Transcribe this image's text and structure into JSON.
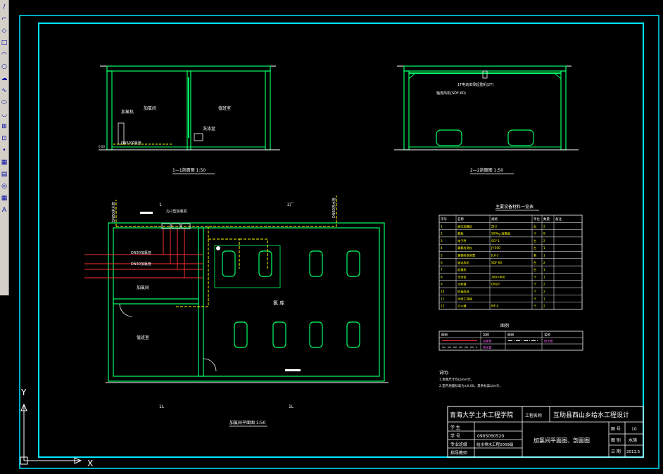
{
  "toolbar": {
    "icons": [
      "line-icon",
      "polyline-icon",
      "polygon-icon",
      "rectangle-icon",
      "arc-icon",
      "circle-icon",
      "revcloud-icon",
      "spline-icon",
      "ellipse-icon",
      "ellipse-arc-icon",
      "insert-block-icon",
      "make-block-icon",
      "point-icon",
      "hatch-icon",
      "gradient-icon",
      "region-icon",
      "table-icon",
      "mtext-icon"
    ],
    "glyphs": [
      "/",
      "⌐",
      "◇",
      "□",
      "◠",
      "○",
      "☁",
      "∿",
      "⬭",
      "◡",
      "⊞",
      "⊡",
      "•",
      "▦",
      "▤",
      "◎",
      "▦",
      "A"
    ]
  },
  "views": {
    "section1": {
      "title": "1—1剖面图  1:50",
      "room_left": "加氯间",
      "room_right": "值班室",
      "equip1": "加氯机",
      "equip2": "洗涤盆",
      "pipe": "DN50加氯管",
      "level": "0.00"
    },
    "section2": {
      "title": "2—2剖面图  1:50",
      "note1": "1T电动单梁起重机(2T)",
      "note2": "轴流风机(SDF-60)"
    },
    "plan": {
      "title": "加氯间平面图  1:50",
      "room_chlor": "加氯间",
      "room_duty": "值班室",
      "room_store": "氯  库",
      "pipe1": "DN30加氯管",
      "pipe2": "DN30加氯管",
      "equip": "ZJ-2型加氯机",
      "riser1": "DN80进水管",
      "riser2": "DN80排水管",
      "mark_top": "2厂",
      "mark_bl": "1L",
      "mark_br": "1L",
      "mark_tl": "1"
    }
  },
  "table_main": {
    "title": "主要设备材料一览表",
    "headers": [
      "序号",
      "名称",
      "规格",
      "单位",
      "数量",
      "备注"
    ],
    "rows": [
      [
        "1",
        "真空加氯机",
        "ZJ-2",
        "台",
        "2",
        ""
      ],
      [
        "2",
        "氯瓶",
        "500kg 液氯瓶",
        "个",
        "8",
        ""
      ],
      [
        "3",
        "电子秤",
        "SCY-1",
        "台",
        "2",
        ""
      ],
      [
        "4",
        "漏氯检测仪",
        "JY-500",
        "台",
        "1",
        ""
      ],
      [
        "5",
        "漏氯吸收装置",
        "JLX-3",
        "套",
        "1",
        ""
      ],
      [
        "6",
        "轴流风机",
        "SDF-60",
        "台",
        "2",
        ""
      ],
      [
        "7",
        "起重机",
        "",
        "台",
        "1",
        ""
      ],
      [
        "8",
        "洗涤盆",
        "300×400",
        "个",
        "1",
        ""
      ],
      [
        "9",
        "水射器",
        "DN20",
        "个",
        "2",
        ""
      ],
      [
        "10",
        "防毒面具",
        "",
        "个",
        "2",
        ""
      ],
      [
        "11",
        "抢修工具箱",
        "",
        "个",
        "1",
        ""
      ],
      [
        "12",
        "灭火器",
        "MF-4",
        "个",
        "2",
        ""
      ]
    ]
  },
  "legend": {
    "title": "图例",
    "headers": [
      "图例",
      "名称",
      "图例",
      "名称"
    ],
    "rows": [
      [
        "",
        "加氯管",
        "",
        "给水管"
      ],
      [
        "",
        "排水管",
        "",
        ""
      ]
    ]
  },
  "notes": {
    "title": "说明:",
    "lines": [
      "1.本图尺寸均以mm计。",
      "2.室内地面标高为±0.00，其余标高以m计。"
    ]
  },
  "title_block": {
    "school": "青海大学土木工程学院",
    "project_label": "工程名称",
    "project_name": "互助县西山乡给水工程设计",
    "rows": [
      {
        "label": "学    生",
        "value": ""
      },
      {
        "label": "学    号",
        "value": "0905050520"
      },
      {
        "label": "专业班级",
        "value": "给水排水工程2009级"
      },
      {
        "label": "指导教师",
        "value": ""
      }
    ],
    "drawing_name": "加氯间平面图、剖面图",
    "right": [
      {
        "label": "图  号",
        "value": "10"
      },
      {
        "label": "图  别",
        "value": "水施"
      },
      {
        "label": "日  期",
        "value": "2013.5"
      }
    ]
  },
  "ucs": {
    "y_label": "Y",
    "x_label": "X"
  },
  "colors": {
    "frame": "#00e5ff",
    "wall": "#00ff66",
    "white": "#ffffff",
    "yellow": "#ffff00",
    "red": "#ff3030",
    "magenta": "#ff66ff"
  }
}
